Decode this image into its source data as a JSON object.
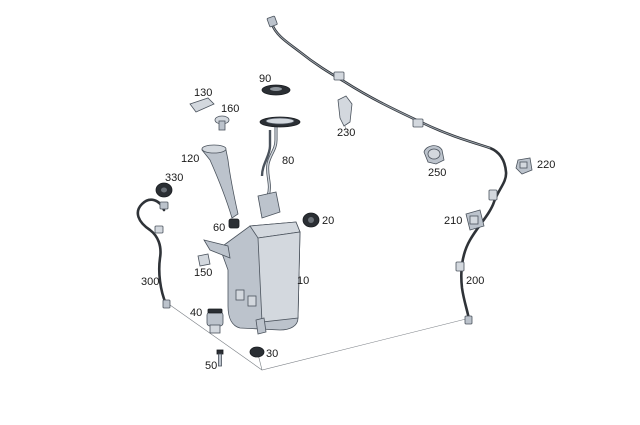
{
  "callouts": {
    "c10": "10",
    "c20": "20",
    "c30": "30",
    "c40": "40",
    "c50": "50",
    "c60": "60",
    "c80": "80",
    "c90": "90",
    "c120": "120",
    "c130": "130",
    "c150": "150",
    "c160": "160",
    "c200": "200",
    "c210": "210",
    "c220": "220",
    "c230": "230",
    "c250": "250",
    "c300": "300",
    "c330": "330"
  },
  "colors": {
    "part_fill": "#bcc3cc",
    "part_outline": "#4b535d",
    "hose": "#2f3338",
    "rubber": "#2b2f34"
  }
}
